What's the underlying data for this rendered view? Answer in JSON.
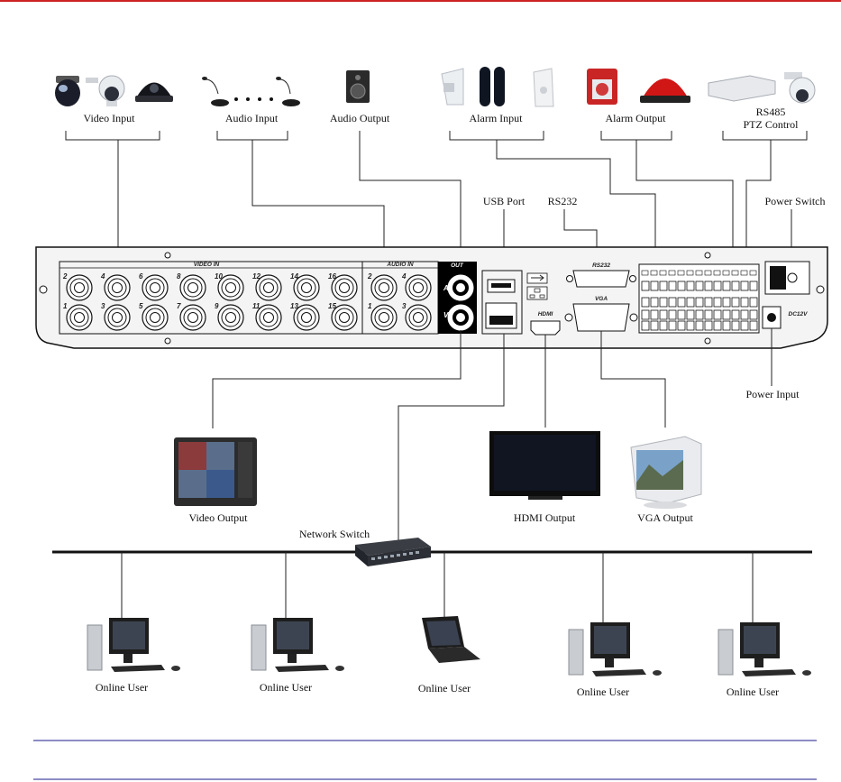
{
  "colors": {
    "top_rule": "#cc2222",
    "bottom_rule": "#1a1a8c",
    "panel": "#f4f4f4",
    "port_dark": "#000000"
  },
  "labels": {
    "video_input": "Video Input",
    "audio_input": "Audio Input",
    "audio_output": "Audio Output",
    "alarm_input": "Alarm Input",
    "alarm_output": "Alarm Output",
    "rs485_line1": "RS485",
    "rs485_line2": "PTZ Control",
    "usb_port": "USB Port",
    "rs232": "RS232",
    "power_switch": "Power Switch",
    "power_input": "Power Input",
    "video_output": "Video Output",
    "hdmi_output": "HDMI Output",
    "vga_output": "VGA Output",
    "network_switch": "Network Switch",
    "online_user": "Online User"
  },
  "panel_text": {
    "video_in": "VIDEO IN",
    "audio_in": "AUDIO IN",
    "out": "OUT",
    "out_a": "A",
    "out_v": "V",
    "rs232": "RS232",
    "vga": "VGA",
    "hdmi": "HDMI",
    "dc12v": "DC12V"
  },
  "video_in_top": [
    "2",
    "4",
    "6",
    "8",
    "10",
    "12",
    "14",
    "16"
  ],
  "video_in_bottom": [
    "1",
    "3",
    "5",
    "7",
    "9",
    "11",
    "13",
    "15"
  ],
  "audio_in_top": [
    "2",
    "4"
  ],
  "audio_in_bottom": [
    "1",
    "3"
  ]
}
